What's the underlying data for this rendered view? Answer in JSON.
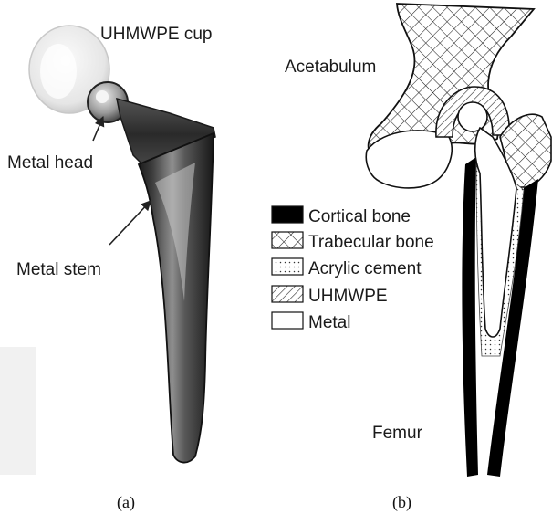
{
  "panel_a": {
    "labels": {
      "cup": "UHMWPE cup",
      "head": "Metal head",
      "stem": "Metal stem"
    },
    "caption": "(a)"
  },
  "panel_b": {
    "labels": {
      "acetabulum": "Acetabulum",
      "femur": "Femur"
    },
    "legend": [
      {
        "label": "Cortical bone",
        "pattern": "solid-black"
      },
      {
        "label": "Trabecular bone",
        "pattern": "crosshatch"
      },
      {
        "label": "Acrylic cement",
        "pattern": "dots"
      },
      {
        "label": "UHMWPE",
        "pattern": "diagonal-hatch"
      },
      {
        "label": "Metal",
        "pattern": "white"
      }
    ],
    "caption": "(b)"
  }
}
